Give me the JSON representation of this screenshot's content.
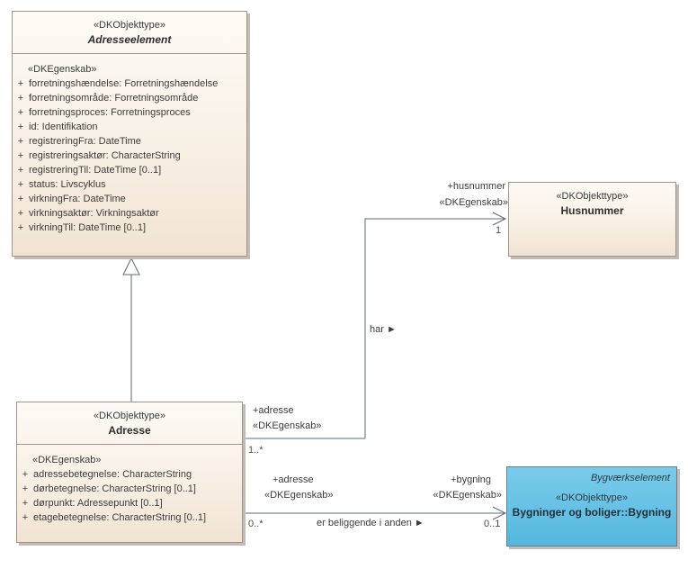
{
  "classes": {
    "adresseelement": {
      "stereotype": "«DKObjekttype»",
      "name": "Adresseelement",
      "attr_stereotype": "«DKEgenskab»",
      "attributes": [
        {
          "v": "+",
          "t": "forretningshændelse: Forretningshændelse"
        },
        {
          "v": "+",
          "t": "forretningsområde: Forretningsområde"
        },
        {
          "v": "+",
          "t": "forretningsproces: Forretningsproces"
        },
        {
          "v": "+",
          "t": "id: Identifikation"
        },
        {
          "v": "+",
          "t": "registreringFra: DateTime"
        },
        {
          "v": "+",
          "t": "registreringsaktør: CharacterString"
        },
        {
          "v": "+",
          "t": "registreringTil: DateTime [0..1]"
        },
        {
          "v": "+",
          "t": "status: Livscyklus"
        },
        {
          "v": "+",
          "t": "virkningFra: DateTime"
        },
        {
          "v": "+",
          "t": "virkningsaktør: Virkningsaktør"
        },
        {
          "v": "+",
          "t": "virkningTil: DateTime [0..1]"
        }
      ]
    },
    "adresse": {
      "stereotype": "«DKObjekttype»",
      "name": "Adresse",
      "attr_stereotype": "«DKEgenskab»",
      "attributes": [
        {
          "v": "+",
          "t": "adressebetegnelse: CharacterString"
        },
        {
          "v": "+",
          "t": "dørbetegnelse: CharacterString [0..1]"
        },
        {
          "v": "+",
          "t": "dørpunkt: Adressepunkt [0..1]"
        },
        {
          "v": "+",
          "t": "etagebetegnelse: CharacterString [0..1]"
        }
      ]
    },
    "husnummer": {
      "stereotype": "«DKObjekttype»",
      "name": "Husnummer"
    },
    "bygning": {
      "type_label": "Bygværkselement",
      "stereotype": "«DKObjekttype»",
      "name": "Bygninger og boliger::Bygning"
    }
  },
  "connectors": {
    "har": {
      "label": "har ►",
      "source_role": "+adresse",
      "source_stereotype": "«DKEgenskab»",
      "source_multiplicity": "1..*",
      "target_role": "+husnummer",
      "target_stereotype": "«DKEgenskab»",
      "target_multiplicity": "1"
    },
    "er_beliggende": {
      "label": "er beliggende i anden ►",
      "source_role": "+adresse",
      "source_stereotype": "«DKEgenskab»",
      "source_multiplicity": "0..*",
      "target_role": "+bygning",
      "target_stereotype": "«DKEgenskab»",
      "target_multiplicity": "0..1"
    }
  },
  "colors": {
    "class_fill_top": "#fdfaf5",
    "class_fill_bottom": "#f1e3d2",
    "class_border": "#a2948a",
    "blue_fill": "#69c3e6",
    "connector_line": "#5d6c79",
    "background": "#ffffff"
  }
}
